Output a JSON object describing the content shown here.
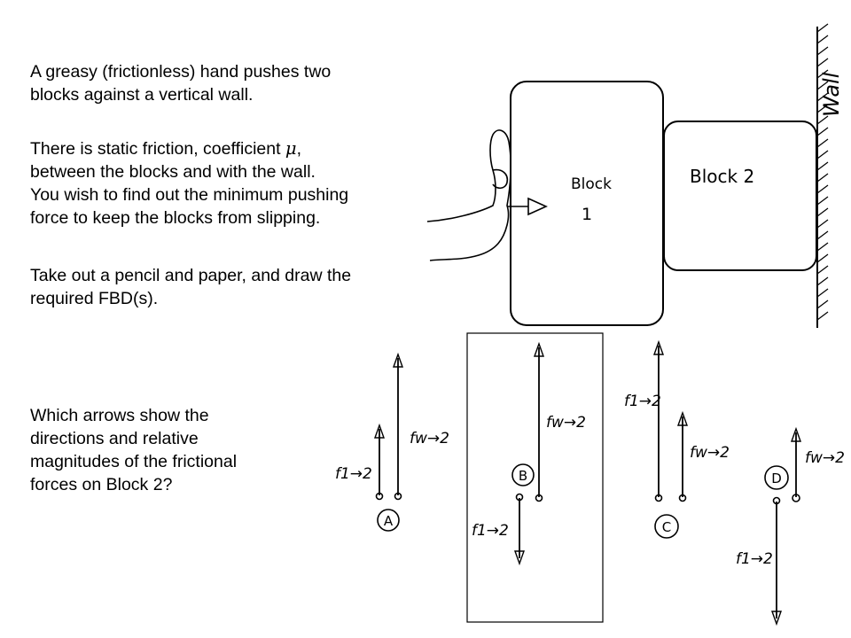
{
  "problem": {
    "p1": [
      "A greasy (frictionless) hand pushes two",
      "blocks against a vertical wall."
    ],
    "p2_line1_pre": "There is static friction, coefficient ",
    "p2_mu": "μ",
    "p2_line1_post": ",",
    "p2_rest": [
      "between the blocks and with the wall.",
      "You wish to find out the minimum pushing",
      "force to keep the blocks from slipping."
    ],
    "p3": [
      "Take out a pencil and paper, and draw the",
      "required FBD(s)."
    ],
    "question": [
      "Which arrows show the",
      "directions and relative",
      "magnitudes of the frictional",
      "forces on Block 2?"
    ]
  },
  "diagram": {
    "wall_label": "Wall",
    "block1_label": [
      "Block",
      "1"
    ],
    "block2_label": "Block 2"
  },
  "options": [
    {
      "letter": "A",
      "f12": "f1→2",
      "fw2": "fw→2"
    },
    {
      "letter": "B",
      "f12": "f1→2",
      "fw2": "fw→2"
    },
    {
      "letter": "C",
      "f12": "f1→2",
      "fw2": "fw→2"
    },
    {
      "letter": "D",
      "f12": "f1→2",
      "fw2": "fw→2"
    }
  ]
}
